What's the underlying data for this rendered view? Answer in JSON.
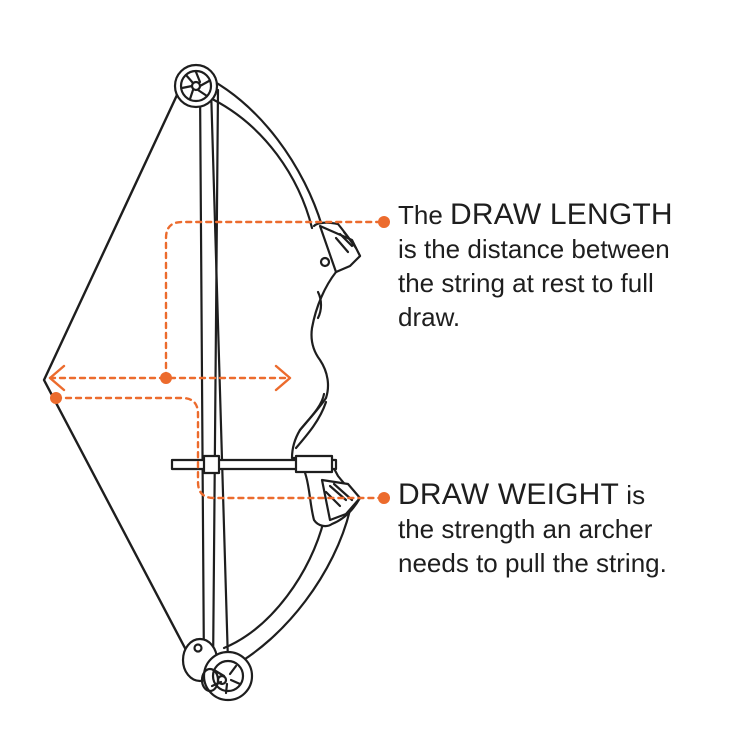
{
  "colors": {
    "accent": "#ec6b2d",
    "line": "#1e1e1e",
    "grip_fill": "#ffffff"
  },
  "draw_length": {
    "prefix": "The ",
    "term": "DRAW LENGTH",
    "suffix": "",
    "body": [
      "is the distance between",
      "the string at rest to full",
      "draw."
    ]
  },
  "draw_weight": {
    "prefix": "",
    "term": "DRAW WEIGHT",
    "suffix": " is",
    "body": [
      "the strength an archer",
      "needs to pull the string."
    ]
  }
}
